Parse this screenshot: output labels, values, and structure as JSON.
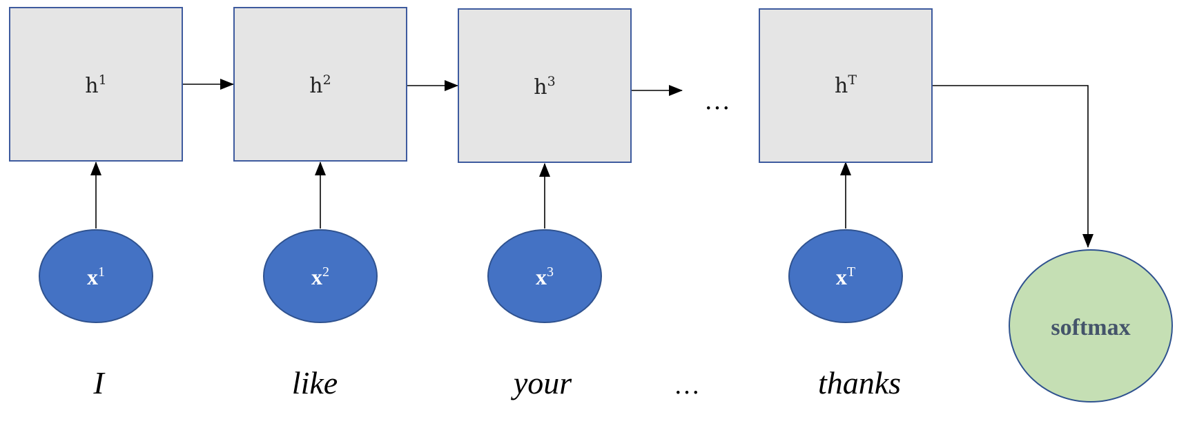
{
  "hidden_states": [
    {
      "base": "h",
      "sup": "1"
    },
    {
      "base": "h",
      "sup": "2"
    },
    {
      "base": "h",
      "sup": "3"
    },
    {
      "base": "h",
      "sup": "T"
    }
  ],
  "inputs": [
    {
      "base": "x",
      "sup": "1"
    },
    {
      "base": "x",
      "sup": "2"
    },
    {
      "base": "x",
      "sup": "3"
    },
    {
      "base": "x",
      "sup": "T"
    }
  ],
  "words": [
    "I",
    "like",
    "your",
    "thanks"
  ],
  "ellipsis": "…",
  "output": {
    "label": "softmax"
  },
  "colors": {
    "hidden_fill": "#e5e5e5",
    "input_fill": "#4472c4",
    "softmax_fill": "#c5dfb4",
    "border": "#3d5a9e"
  }
}
